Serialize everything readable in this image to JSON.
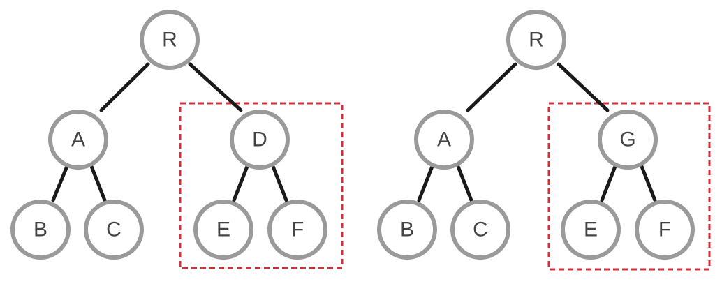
{
  "colors": {
    "node_ring": "#9a9a9a",
    "node_fill": "#ffffff",
    "edge": "#1a1a1a",
    "highlight_box": "#d0303a",
    "label": "#444444"
  },
  "trees": [
    {
      "nodes": {
        "root": "R",
        "left": "A",
        "left_left": "B",
        "left_right": "C",
        "right": "D",
        "right_left": "E",
        "right_right": "F"
      },
      "highlighted_subtree": "right"
    },
    {
      "nodes": {
        "root": "R",
        "left": "A",
        "left_left": "B",
        "left_right": "C",
        "right": "G",
        "right_left": "E",
        "right_right": "F"
      },
      "highlighted_subtree": "right"
    }
  ]
}
